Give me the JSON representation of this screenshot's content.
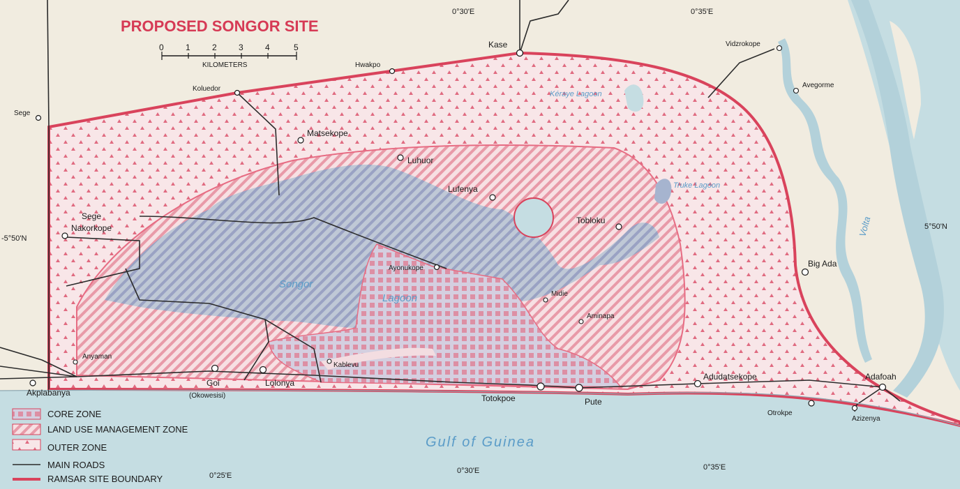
{
  "title": "PROPOSED SONGOR SITE",
  "scale": {
    "ticks": [
      "0",
      "1",
      "2",
      "3",
      "4",
      "5"
    ],
    "unit": "KILOMETERS"
  },
  "coords": {
    "top_30E": "0°30'E",
    "top_35E": "0°35'E",
    "left_lat": "-5°50'N",
    "right_lat": "5°50'N",
    "bottom_25E": "0°25'E",
    "bottom_30E": "0°30'E",
    "bottom_35E": "0°35'E"
  },
  "places": {
    "kase": "Kase",
    "hwakpo": "Hwakpo",
    "koluedor": "Koluedor",
    "sege": "Sege",
    "matsekope": "Matsekope",
    "luhuor": "Luhuor",
    "lufenya": "Lufenya",
    "tobloku": "Tobloku",
    "sege_nakorkope_1": "Sege",
    "sege_nakorkope_2": "Nakorkope",
    "ayonukope": "Ayonukope",
    "midie": "Midie",
    "aminapa": "Aminapa",
    "anyaman": "Anyaman",
    "akplabanya": "Akplabanya",
    "goi": "Goi",
    "okowesisi": "(Okowesisi)",
    "lolonya": "Lolonya",
    "kablevu": "Kablevu",
    "totokpoe": "Totokpoe",
    "pute": "Pute",
    "adudatsekope": "Adudatsekope",
    "adafoah": "Adafoah",
    "otrokpe": "Otrokpe",
    "azizenya": "Azizenya",
    "big_ada": "Big Ada",
    "vidzrokope": "Vidzrokope",
    "avegorme": "Avegorme"
  },
  "water": {
    "keraye_lagoon": "Kéraye Lagoon",
    "truke_lagoon": "Truke Lagoon",
    "songor": "Songor",
    "lagoon": "Lagoon",
    "volta": "Volta",
    "gulf": "Gulf of Guinea"
  },
  "legend": {
    "core_zone": "CORE ZONE",
    "land_use": "LAND USE MANAGEMENT ZONE",
    "outer_zone": "OUTER ZONE",
    "main_roads": "MAIN ROADS",
    "ramsar": "RAMSAR SITE BOUNDARY"
  },
  "colors": {
    "paper": "#f1ece0",
    "sea": "#c5dde2",
    "boundary": "#d9435c",
    "zone_pink": "#e76c83",
    "lagoon_grey": "#b6c2cf",
    "hatch_blue": "#8893b8"
  }
}
